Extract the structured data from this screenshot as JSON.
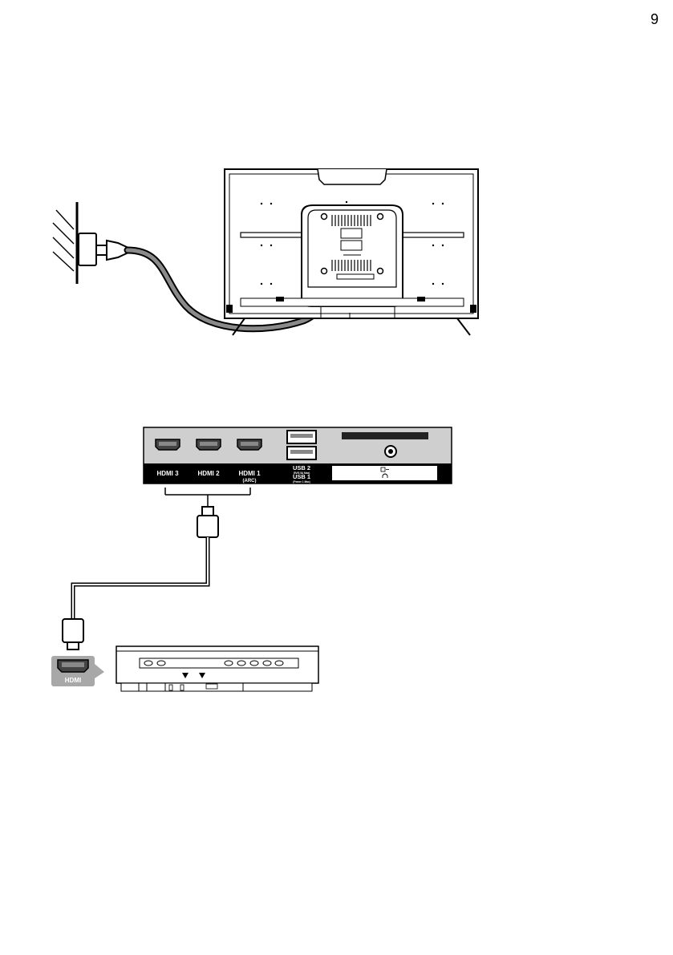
{
  "page": {
    "number": "9"
  },
  "ports": {
    "hdmi3": "HDMI 3",
    "hdmi2": "HDMI 2",
    "hdmi1": "HDMI 1",
    "hdmi1_sub": "(ARC)",
    "usb2": "USB 2",
    "usb2_sub": "(5V/0.5A Max)",
    "usb1": "USB 1",
    "usb1_sub": "(Power 1 Max)"
  },
  "device": {
    "hdmi_label": "HDMI"
  },
  "icons": [
    "wall-outlet-icon",
    "power-plug-icon",
    "tv-rear-icon",
    "hdmi-port-icon",
    "usb-port-icon",
    "headphone-icon",
    "av-input-icon",
    "hdmi-connector-icon",
    "external-device-icon"
  ]
}
